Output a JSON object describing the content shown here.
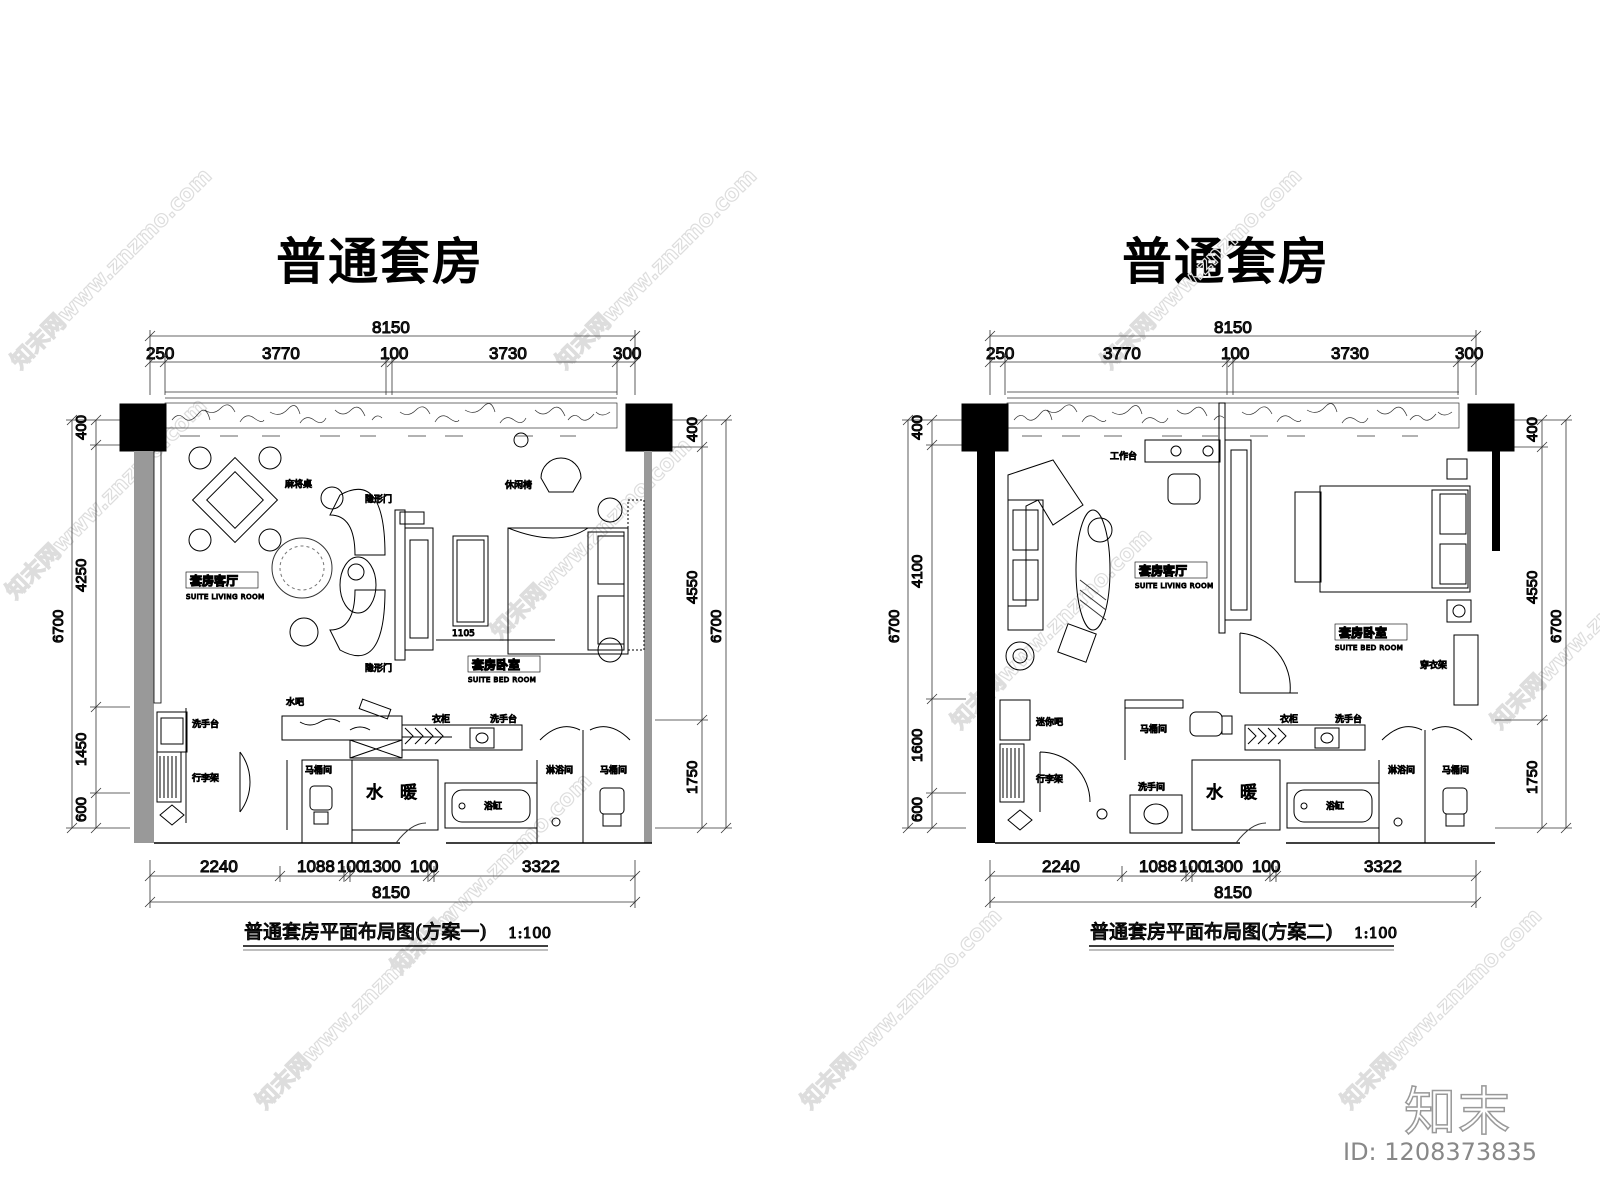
{
  "plans": [
    {
      "title": "普通套房",
      "caption": "普通套房平面布局图(方案一)",
      "scale": "1:100",
      "dims_top_total": "8150",
      "dims_top": [
        "250",
        "3770",
        "100",
        "3730",
        "300"
      ],
      "dims_bottom": [
        "2240",
        "1088",
        "100",
        "1300",
        "100",
        "3322"
      ],
      "dims_bottom_total": "8150",
      "dims_left": [
        "400",
        "4250",
        "1450",
        "600"
      ],
      "dims_left_total": "6700",
      "dims_right": [
        "400",
        "4550",
        "1750"
      ],
      "dims_right_total": "6700",
      "inner_dim": "1105",
      "rooms": {
        "living_cn": "套房客厅",
        "living_en": "SUITE LIVING ROOM",
        "bed_cn": "套房卧室",
        "bed_en": "SUITE BED ROOM"
      },
      "labels": {
        "mahjong": "麻将桌",
        "hidden_door_1": "隐形门",
        "hidden_door_2": "隐形门",
        "lounge_chair": "休闲椅",
        "water_bar": "水吧",
        "wash_basin_1": "洗手台",
        "luggage": "行李架",
        "wardrobe": "衣柜",
        "wash_basin_2": "洗手台",
        "toilet_1": "马桶间",
        "plumbing": "水　暖",
        "bathtub": "浴缸",
        "shower": "淋浴间",
        "toilet_2": "马桶间"
      }
    },
    {
      "title": "普通套房",
      "caption": "普通套房平面布局图(方案二)",
      "scale": "1:100",
      "dims_top_total": "8150",
      "dims_top": [
        "250",
        "3770",
        "100",
        "3730",
        "300"
      ],
      "dims_bottom": [
        "2240",
        "1088",
        "100",
        "1300",
        "100",
        "3322"
      ],
      "dims_bottom_total": "8150",
      "dims_left": [
        "400",
        "4100",
        "1600",
        "600"
      ],
      "dims_left_total": "6700",
      "dims_right": [
        "400",
        "4550",
        "1750"
      ],
      "dims_right_total": "6700",
      "rooms": {
        "living_cn": "套房客厅",
        "living_en": "SUITE LIVING ROOM",
        "bed_cn": "套房卧室",
        "bed_en": "SUITE BED ROOM"
      },
      "labels": {
        "workbench": "工作台",
        "dressing": "穿衣架",
        "minibar": "迷你吧",
        "toilet_1": "马桶间",
        "wardrobe": "衣柜",
        "wash_basin": "洗手台",
        "wash_room": "洗手间",
        "plumbing": "水　暖",
        "bathtub": "浴缸",
        "shower": "淋浴间",
        "toilet_2": "马桶间",
        "luggage": "行李架"
      }
    }
  ],
  "watermark_text": "知末网www.znzmo.com",
  "brand": "知末",
  "image_id": "ID: 1208373835"
}
